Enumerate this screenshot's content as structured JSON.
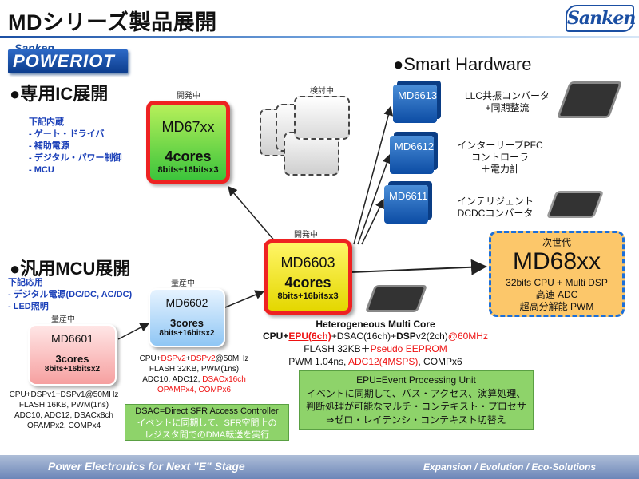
{
  "header": {
    "title": "MDシリーズ製品展開",
    "brand": "Sanken"
  },
  "logo": {
    "top": "Sanken",
    "main": "POWERIOT"
  },
  "sections": {
    "dedicated": {
      "bullet": "●",
      "title": "専用IC展開",
      "items": [
        "下記内蔵",
        "- ゲート・ドライバ",
        "- 補助電源",
        "- デジタル・パワー制御",
        "- MCU"
      ]
    },
    "general": {
      "bullet": "●",
      "title": "汎用MCU展開",
      "items": [
        "下記応用",
        "- デジタル電源(DC/DC, AC/DC)",
        "- LED照明"
      ]
    },
    "smart": {
      "bullet": "●",
      "title": "Smart Hardware"
    }
  },
  "status": {
    "dev1": "開発中",
    "review": "検討中",
    "dev2": "開発中",
    "mass1": "量産中",
    "mass2": "量産中",
    "next": "次世代"
  },
  "products": {
    "md67xx": {
      "name": "MD67xx",
      "cores": "4cores",
      "bits": "8bits+16bitsx3"
    },
    "md6603": {
      "name": "MD6603",
      "cores": "4cores",
      "bits": "8bits+16bitsx3"
    },
    "md6602": {
      "name": "MD6602",
      "cores": "3cores",
      "bits": "8bits+16bitsx2"
    },
    "md6601": {
      "name": "MD6601",
      "cores": "3cores",
      "bits": "8bits+16bitsx2"
    },
    "md68xx": {
      "name": "MD68xx",
      "line1": "32bits CPU + Multi DSP",
      "line2": "高速 ADC",
      "line3": "超高分解能 PWM"
    }
  },
  "smart_items": [
    {
      "name": "MD6613",
      "desc1": "LLC共振コンバータ",
      "desc2": "+同期整流"
    },
    {
      "name": "MD6612",
      "desc1": "インターリーブPFC",
      "desc2": "コントローラ",
      "desc3": "＋電力計"
    },
    {
      "name": "MD6611",
      "desc1": "インテリジェント",
      "desc2": "DCDCコンバータ"
    }
  ],
  "md6602_spec": {
    "l1a": "CPU+",
    "l1b": "DSPv2",
    "l1c": "+",
    "l1d": "DSPv2",
    "l1e": "@50MHz",
    "l2": "FLASH 32KB, PWM(1ns)",
    "l3a": "ADC10, ADC12, ",
    "l3b": "DSACx16ch",
    "l4": "OPAMPx4, COMPx6"
  },
  "md6601_spec": {
    "l1": "CPU+DSPv1+DSPv1@50MHz",
    "l2": "FLASH 16KB, PWM(1ns)",
    "l3": "ADC10, ADC12, DSACx8ch",
    "l4": "OPAMPx2, COMPx4"
  },
  "md6603_spec": {
    "heading": "Heterogeneous Multi Core",
    "l1a": "CPU+",
    "l1b": "EPU(6ch)",
    "l1c": "+DSAC(16ch)+",
    "l1d": "DSP",
    "l1e": "v2(2ch)",
    "l1f": "@60MHz",
    "l2a": "FLASH 32KB＋",
    "l2b": "Pseudo EEPROM",
    "l3a": "PWM 1.04ns, ",
    "l3b": "ADC12(4MSPS)",
    "l3c": ",  COMPx6"
  },
  "notes": {
    "dsac1": "DSAC=Direct SFR Access Controller",
    "dsac2": "イベントに同期して、SFR空間上の",
    "dsac3": "レジスタ間でのDMA転送を実行",
    "epu1": "EPU=Event Processing Unit",
    "epu2": "イベントに同期して、バス・アクセス、演算処理、",
    "epu3": "判断処理が可能なマルチ・コンテキスト・プロセサ",
    "epu4": "⇒ゼロ・レイテンシ・コンテキスト切替え"
  },
  "footer": {
    "left": "Power Electronics for Next \"E\" Stage",
    "right": "Expansion / Evolution / Eco-Solutions"
  }
}
